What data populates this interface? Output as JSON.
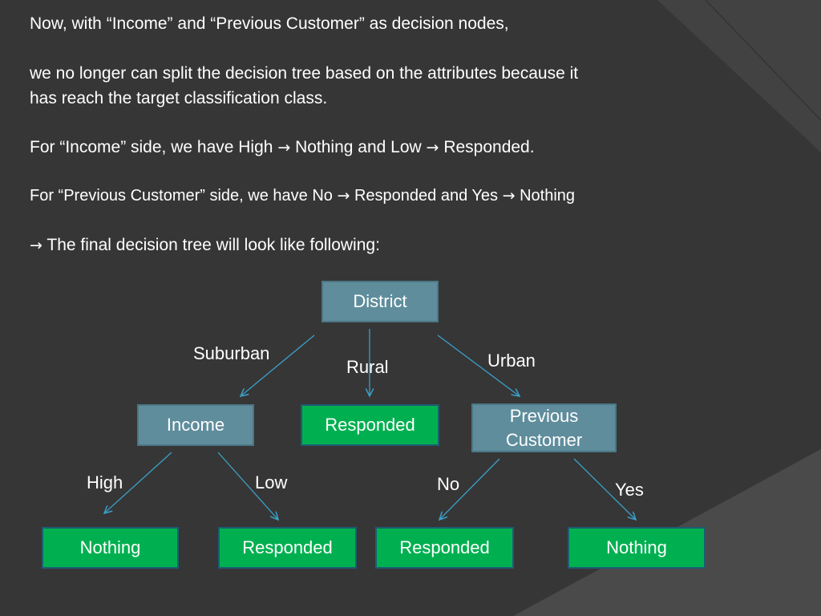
{
  "slide": {
    "line1": "Now, with “Income” and “Previous Customer” as decision nodes,",
    "para2_line1": "we no longer can split the decision tree based on the attributes because it",
    "para2_line2": "has reach the target classification class.",
    "income_prefix": "For “Income” side, we have High",
    "income_mid": "Nothing and Low",
    "income_end": "Responded.",
    "prev_prefix": "For “Previous Customer” side, we have No",
    "prev_mid": "Responded and Yes",
    "prev_end": "Nothing",
    "final_text": "The final decision tree will look like following:",
    "arrow_symbol": "→"
  },
  "tree": {
    "root": "District",
    "income": "Income",
    "rural_leaf": "Responded",
    "prev_line1": "Previous",
    "prev_line2": "Customer",
    "leaf_high": "Nothing",
    "leaf_low": "Responded",
    "leaf_no": "Responded",
    "leaf_yes": "Nothing",
    "edges": {
      "suburban": "Suburban",
      "rural": "Rural",
      "urban": "Urban",
      "high": "High",
      "low": "Low",
      "no": "No",
      "yes": "Yes"
    }
  },
  "colors": {
    "background": "#363636",
    "attribute_node": "#5f8d9c",
    "leaf_node": "#00b050",
    "edge": "#3aa0c8"
  }
}
